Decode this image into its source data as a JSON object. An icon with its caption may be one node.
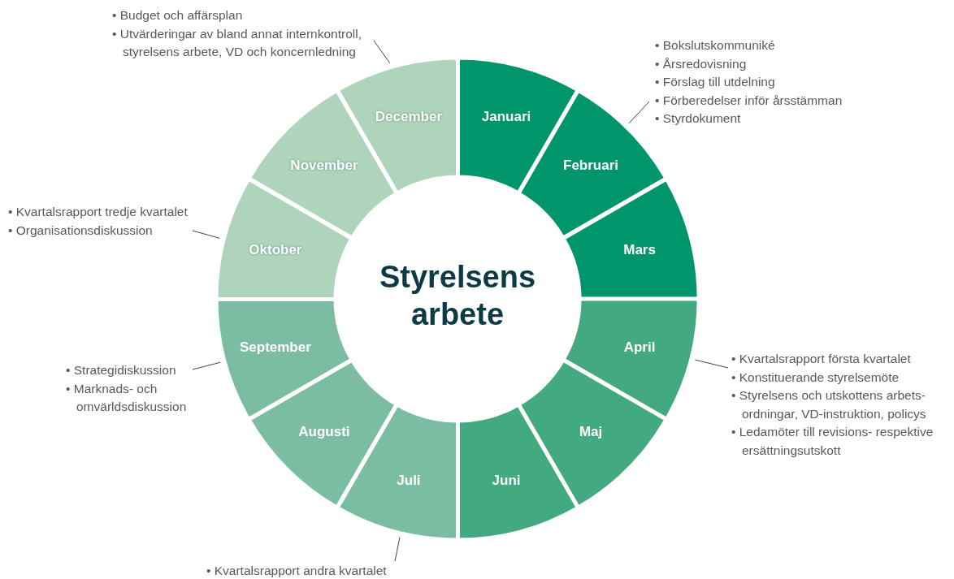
{
  "diagram": {
    "title": "Styrelsens arbete",
    "nodes": [
      {
        "text": [
          "Januari"
        ]
      },
      {
        "text": [
          "Februari"
        ]
      },
      {
        "text": [
          "Mars"
        ]
      },
      {
        "text": [
          "April"
        ]
      },
      {
        "text": [
          "Maj"
        ]
      },
      {
        "text": [
          "Juni"
        ]
      },
      {
        "text": [
          "Juli"
        ]
      },
      {
        "text": [
          "Augusti"
        ]
      },
      {
        "text": [
          "September"
        ]
      },
      {
        "text": [
          "Oktober"
        ]
      },
      {
        "text": [
          "November"
        ]
      },
      {
        "text": [
          "December"
        ]
      },
      {
        "text": [
          "• Bokslutskommuniké",
          "• Årsredovisning",
          "• Förslag till utdelning",
          "• Förberedelser inför årsstämman",
          "• Styrdokument"
        ]
      },
      {
        "text": [
          "• Kvartalsrapport första kvartalet",
          "• Konstituerande styrelsemöte",
          "• Styrelsens och utskottens arbets- ordningar, VD-instruktion, policys",
          "• Ledamöter till revisions- respektive ersättningsutskott"
        ]
      },
      {
        "text": [
          "• Kvartalsrapport andra kvartalet"
        ]
      },
      {
        "text": [
          "• Strategidiskussion",
          "• Marknads- och omvärldsdiskussion"
        ]
      },
      {
        "text": [
          "• Kvartalsrapport tredje kvartalet",
          "• Organisationsdiskussion"
        ]
      },
      {
        "text": [
          "• Budget och affärsplan",
          "• Utvärderingar av bland annat internkontroll, styrelsens arbete, VD och koncernledning"
        ]
      }
    ],
    "edges": [
      {
        "from": 12,
        "to": 1,
        "arrow": "none"
      },
      {
        "from": 13,
        "to": 3,
        "arrow": "none"
      },
      {
        "from": 14,
        "to": 6,
        "arrow": "none"
      },
      {
        "from": 15,
        "to": 8,
        "arrow": "none"
      },
      {
        "from": 16,
        "to": 9,
        "arrow": "none"
      },
      {
        "from": 17,
        "to": 11,
        "arrow": "none"
      }
    ]
  }
}
